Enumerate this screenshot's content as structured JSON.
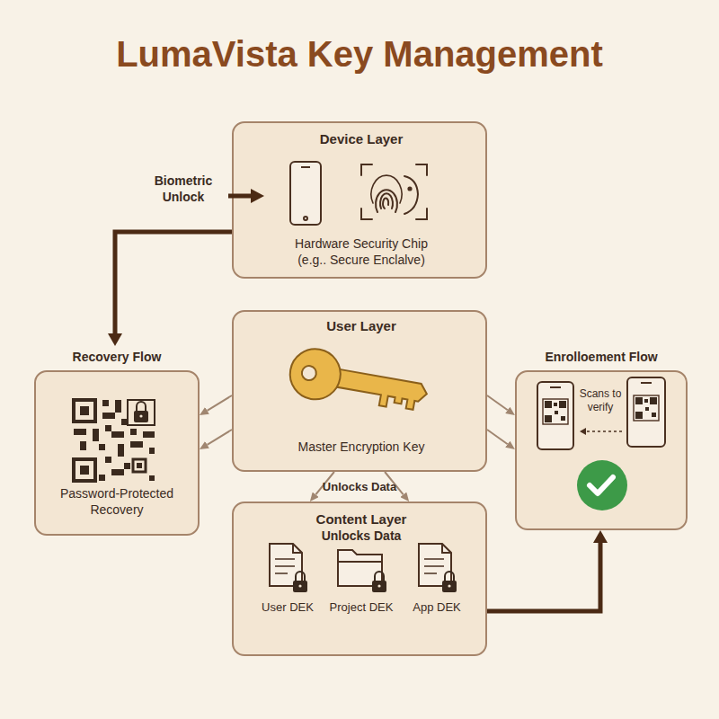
{
  "diagram": {
    "title": "LumaVista Key Management",
    "nodes": [
      {
        "text": [
          "Device Layer",
          "Hardware Security Chip (e.g.. Secure Enclalve)"
        ]
      },
      {
        "text": [
          "Recovery Flow",
          "Password-Protected Recovery"
        ]
      },
      {
        "text": [
          "User Layer",
          "Master Encryption Key"
        ]
      },
      {
        "text": [
          "Enrolloement Flow",
          "Scans to verify"
        ]
      },
      {
        "text": [
          "Content Layer",
          "Unlocks Data"
        ]
      },
      {
        "text": [
          "User DEK"
        ],
        "in": 4
      },
      {
        "text": [
          "Project DEK"
        ],
        "in": 4
      },
      {
        "text": [
          "App DEK"
        ],
        "in": 4
      }
    ],
    "edges": [
      {
        "from": 0,
        "to": 1,
        "arrow": "to"
      },
      {
        "from": 2,
        "to": 1,
        "arrow": "to"
      },
      {
        "from": 2,
        "to": 1,
        "arrow": "to"
      },
      {
        "from": 2,
        "to": 3,
        "arrow": "to"
      },
      {
        "from": 2,
        "to": 3,
        "arrow": "to"
      },
      {
        "from": 2,
        "to": 4,
        "label": "Unlocks Data",
        "arrow": "to"
      },
      {
        "from": 2,
        "to": 4,
        "arrow": "to"
      },
      {
        "from": 4,
        "to": 3,
        "arrow": "to"
      }
    ],
    "labels": [
      "Biometric Unlock"
    ]
  }
}
